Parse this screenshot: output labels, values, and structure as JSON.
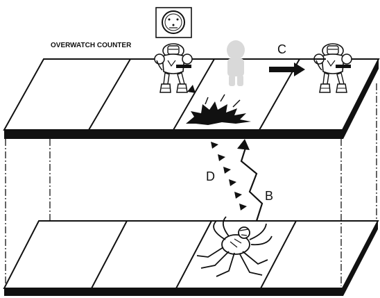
{
  "caption": "OVERWATCH COUNTER",
  "labels": {
    "b": "B",
    "c": "C",
    "d": "D"
  },
  "icons": {
    "counter": "overwatch-counter-icon",
    "marine": "space-marine-figure",
    "ghost": "faded-marine-figure",
    "alien": "genestealer-figure",
    "scorch": "scorch-mark"
  },
  "colors": {
    "ink": "#111111",
    "ghost": "#d9d9d9",
    "paper": "#ffffff"
  }
}
